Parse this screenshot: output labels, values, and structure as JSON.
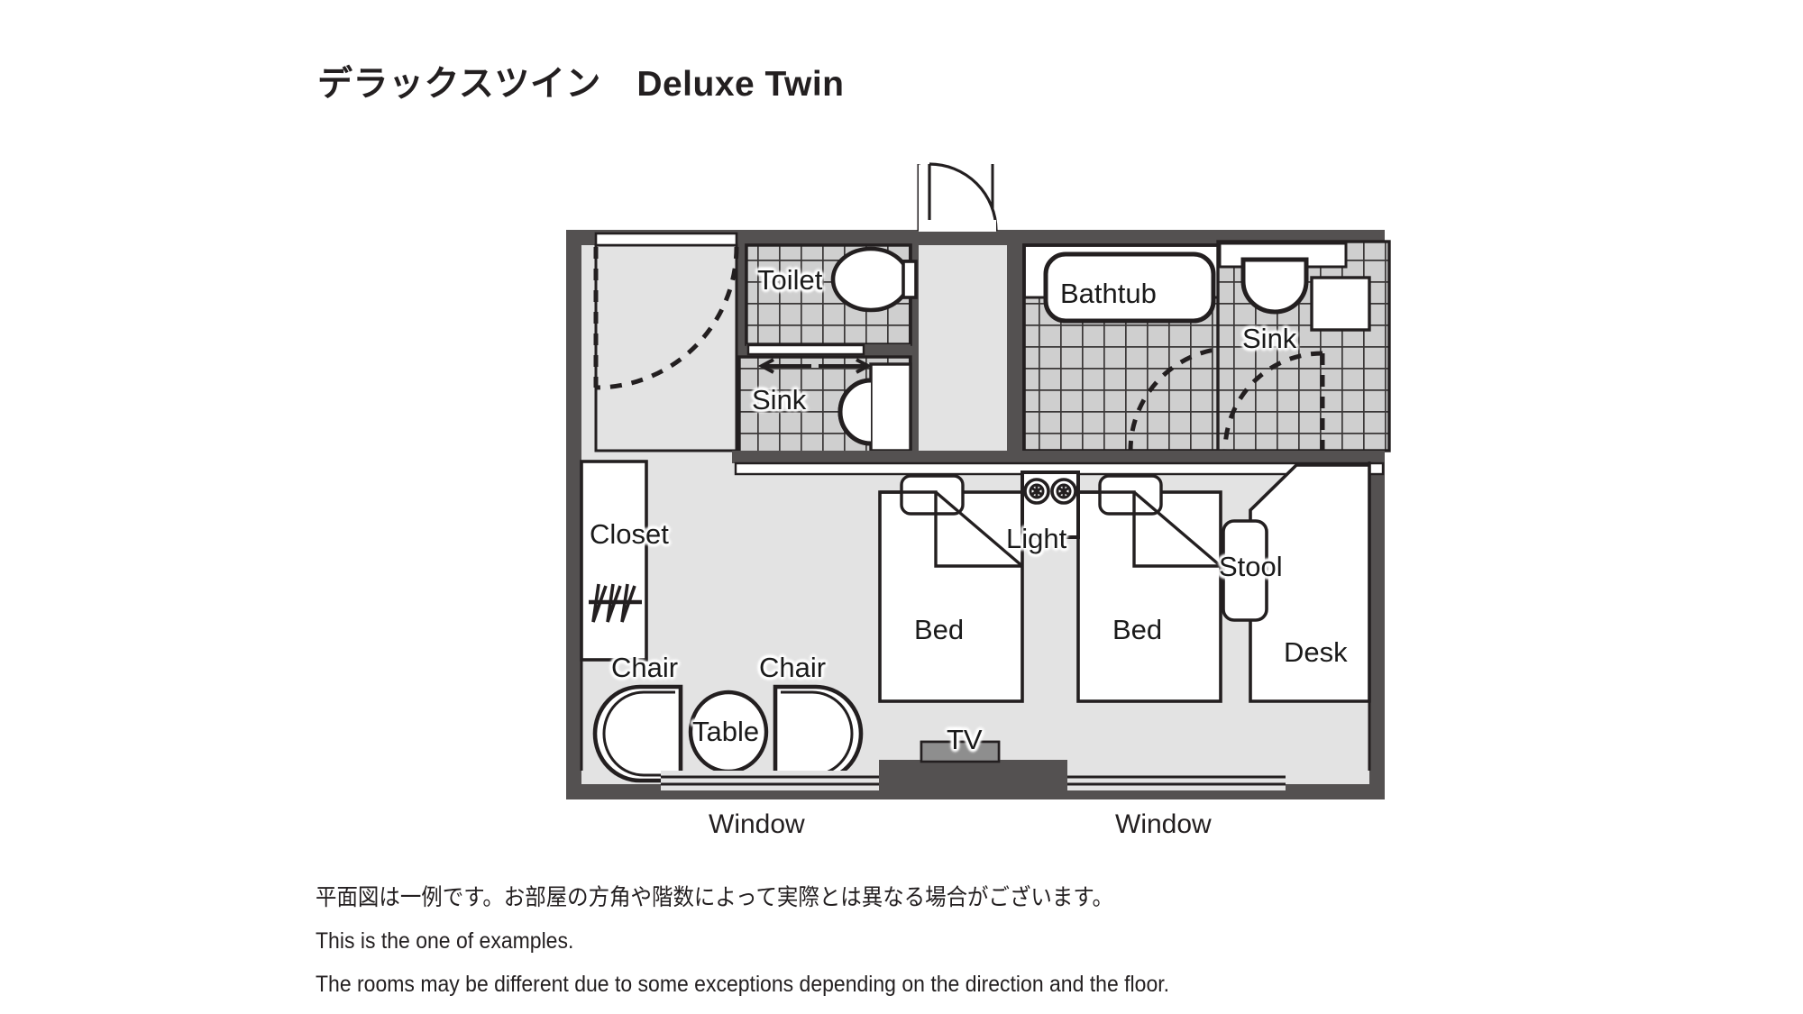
{
  "title": {
    "jp": "デラックスツイン",
    "en": "Deluxe Twin",
    "combined": "デラックスツイン　Deluxe Twin"
  },
  "notes": {
    "jp": "平面図は一例です。お部屋の方角や階数によって実際とは異なる場合がございます。",
    "en_line1": "This is the one of examples.",
    "en_line2": "The rooms may be different due to some exceptions depending on the direction and the floor."
  },
  "colors": {
    "wall": "#545151",
    "floor": "#e3e3e3",
    "tile": "#cfcfcf",
    "tile_grout": "#3a3737",
    "line": "#231f20",
    "white": "#ffffff",
    "tv_body": "#8e8e8e",
    "tv_stand": "#545151",
    "background": "#ffffff"
  },
  "floorplan": {
    "room_type": "Deluxe Twin hotel guest room",
    "labels": {
      "toilet": "Toilet",
      "sink_left": "Sink",
      "sink_right": "Sink",
      "bathtub": "Bathtub",
      "closet": "Closet",
      "chair_left": "Chair",
      "chair_right": "Chair",
      "table": "Table",
      "bed_left": "Bed",
      "bed_right": "Bed",
      "light": "Light",
      "stool": "Stool",
      "desk": "Desk",
      "tv": "TV",
      "window_left": "Window",
      "window_right": "Window"
    },
    "fixtures": [
      {
        "name": "entrance-door",
        "type": "swing-door",
        "note": "door swings outward at top of corridor"
      },
      {
        "name": "vestibule-door",
        "type": "swing-door-dashed",
        "note": "dashed swing arc into entry hall"
      },
      {
        "name": "toilet-bowl",
        "type": "oval"
      },
      {
        "name": "sink-basin-left",
        "type": "d-shape"
      },
      {
        "name": "sink-basin-right",
        "type": "u-shape"
      },
      {
        "name": "bathtub",
        "type": "rounded-rect"
      },
      {
        "name": "sliding-door-arrows",
        "type": "double-arrow",
        "glyphs": [
          "←",
          "→"
        ]
      },
      {
        "name": "closet-hangers",
        "type": "hanger-rod",
        "count": 3
      },
      {
        "name": "nightstand-lights",
        "type": "lamp-circles",
        "count": 2
      },
      {
        "name": "tv-unit",
        "type": "rect-on-stand"
      },
      {
        "name": "window-left",
        "type": "double-line-window"
      },
      {
        "name": "window-right",
        "type": "double-line-window"
      }
    ]
  }
}
